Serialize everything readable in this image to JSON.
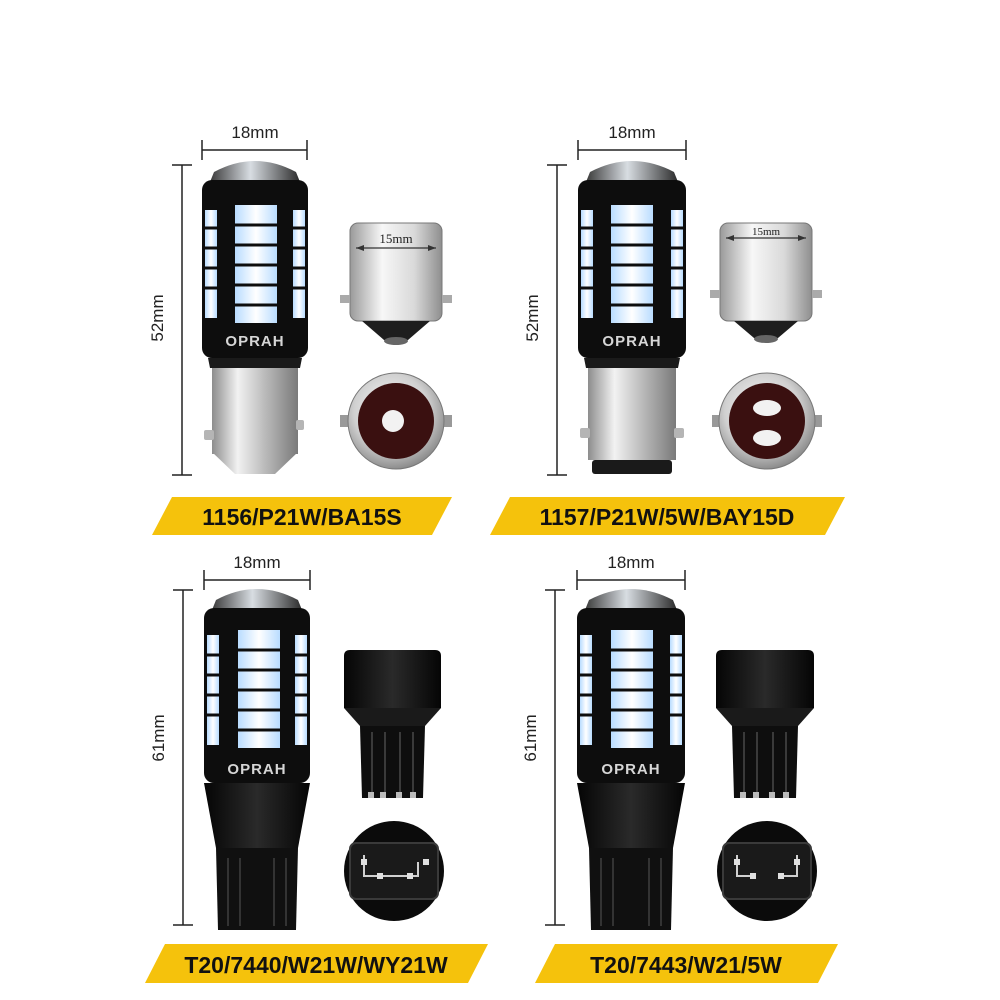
{
  "brand": "OPRAH",
  "colors": {
    "banner": "#f5c20c",
    "bulb_body": "#111111",
    "led": "#e8f4ff",
    "metal": "#c9c9c9"
  },
  "panels": [
    {
      "width_label": "18mm",
      "height_label": "52mm",
      "socket_width_label": "15mm",
      "brand": "OPRAH",
      "model": "1156/P21W/BA15S"
    },
    {
      "width_label": "18mm",
      "height_label": "52mm",
      "socket_width_label": "15mm",
      "brand": "OPRAH",
      "model": "1157/P21W/5W/BAY15D"
    },
    {
      "width_label": "18mm",
      "height_label": "61mm",
      "brand": "OPRAH",
      "model": "T20/7440/W21W/WY21W"
    },
    {
      "width_label": "18mm",
      "height_label": "61mm",
      "brand": "OPRAH",
      "model": "T20/7443/W21/5W"
    }
  ]
}
